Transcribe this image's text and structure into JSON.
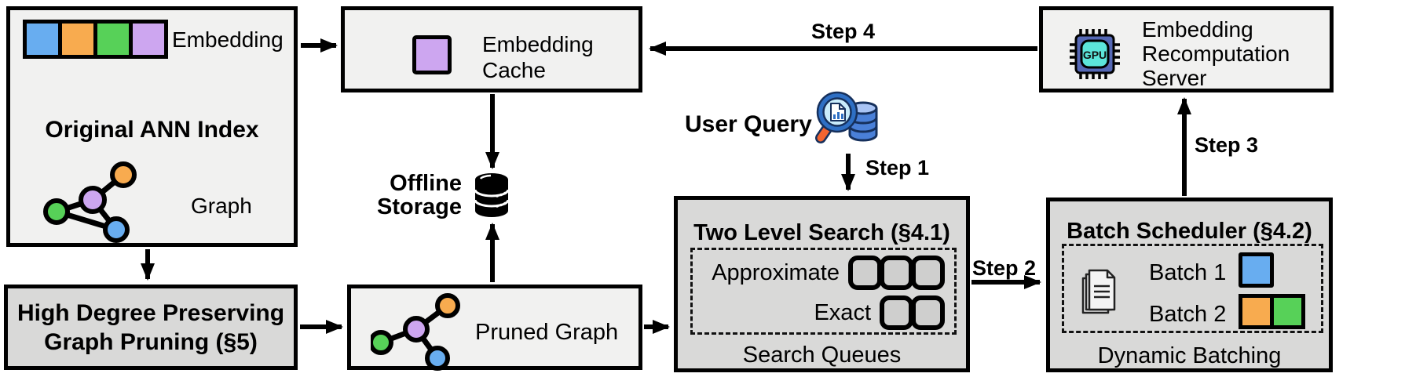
{
  "colors": {
    "box_light": "#f1f1f0",
    "box_gray": "#d9d9d8",
    "queue_fill": "#cfcfce",
    "blue": "#68adf0",
    "orange": "#f8ab4f",
    "green": "#57d158",
    "purple": "#cda6f0",
    "gpu_chip": "#5568b5",
    "gpu_core": "#5ce5da",
    "glass_rim": "#2e6fc4",
    "glass_lens": "#c9ecfb",
    "glass_handle": "#f26430",
    "db_body": "#4a80d8",
    "db_top": "#a9c4f5",
    "icon_outline": "#16305c"
  },
  "original_index": {
    "title": "Original ANN Index",
    "embedding_label": "Embedding",
    "graph_label": "Graph",
    "embedding_strip_colors": [
      "blue",
      "orange",
      "green",
      "purple"
    ]
  },
  "embedding_cache": {
    "label": "Embedding Cache"
  },
  "recomputation_server": {
    "label": "Embedding Recomputation Server",
    "gpu_label": "GPU"
  },
  "user_query": {
    "label": "User Query"
  },
  "offline_storage": {
    "label": "Offline Storage"
  },
  "high_degree_pruning": {
    "line1": "High Degree Preserving",
    "line2": "Graph Pruning (§5)"
  },
  "pruned_graph": {
    "label": "Pruned Graph"
  },
  "two_level_search": {
    "title": "Two Level Search (§4.1)",
    "rows": [
      {
        "label": "Approximate",
        "queues": 3
      },
      {
        "label": "Exact",
        "queues": 2
      }
    ],
    "footer": "Search Queues"
  },
  "batch_scheduler": {
    "title": "Batch Scheduler (§4.2)",
    "batches": [
      {
        "label": "Batch 1",
        "colors": [
          "blue"
        ]
      },
      {
        "label": "Batch 2",
        "colors": [
          "orange",
          "green"
        ]
      }
    ],
    "footer": "Dynamic Batching"
  },
  "steps": {
    "step1": "Step 1",
    "step2": "Step 2",
    "step3": "Step 3",
    "step4": "Step 4"
  }
}
